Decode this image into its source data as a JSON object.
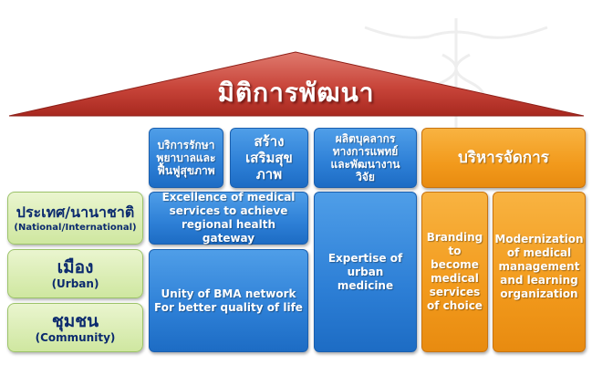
{
  "roof": {
    "title": "มิติการพัฒนา"
  },
  "headers": [
    {
      "text": "บริการรักษาพยาบาลและฟื้นฟูสุขภาพ"
    },
    {
      "text": "สร้างเสริมสุขภาพ"
    },
    {
      "text": "ผลิตบุคลากรทางการแพทย์และพัฒนางานวิจัย"
    },
    {
      "text": "บริหารจัดการ"
    }
  ],
  "levels": {
    "national": {
      "thai": "ประเทศ/นานาชาติ",
      "en_1": "(National",
      "sep": "/",
      "en_2": " International)"
    },
    "urban": {
      "thai": "เมือง",
      "en": "(Urban)"
    },
    "community": {
      "thai": "ชุมชน",
      "en": "(Community)"
    }
  },
  "cells": {
    "excellence": "Excellence of medical services to achieve regional health gateway",
    "unity_1": "Unity of BMA network",
    "unity_2": "For better quality of life",
    "expertise": "Expertise of urban medicine",
    "branding": "Branding to become medical services of choice",
    "modernization": "Modernization of medical management and learning organization"
  },
  "colors": {
    "roof": "#c0392b",
    "blue": "#2d7fd6",
    "orange": "#f29a1c",
    "green": "#cfe7a0"
  }
}
